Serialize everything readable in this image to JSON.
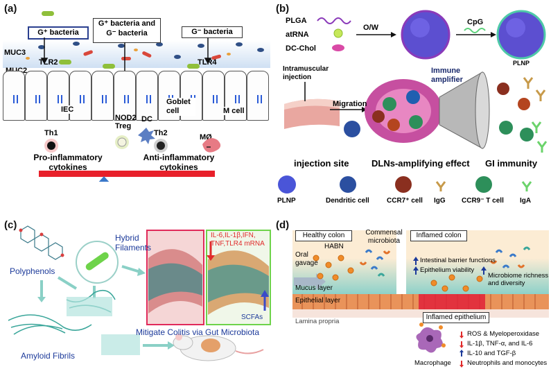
{
  "panel_a": {
    "label": "(a)",
    "gpos": "G⁺ bacteria",
    "gboth": "G⁺ bacteria and G⁻ bacteria",
    "gneg": "G⁻ bacteria",
    "muc3": "MUC3",
    "muc2": "MUC2",
    "tlr2": "TLR2",
    "tlr4": "TLR4",
    "iec": "IEC",
    "goblet": "Goblet cell",
    "mcell": "M cell",
    "nod2": "NOD2",
    "treg": "Treg",
    "dc": "DC",
    "th1": "Th1",
    "th2": "Th2",
    "mo": "MØ",
    "pro": "Pro-inflammatory cytokines",
    "anti": "Anti-inflammatory cytokines",
    "colors": {
      "bar": "#e8202a",
      "fulcrum": "#3a78c9",
      "box_border": "#2a3f8f"
    }
  },
  "panel_b": {
    "label": "(b)",
    "plga": "PLGA",
    "atrna": "atRNA",
    "dcchol": "DC-Chol",
    "ow": "O/W",
    "cpg": "CpG",
    "plnp": "PLNP",
    "injection": "Intramuscular injection",
    "migration": "Migration",
    "amplifier": "Immune amplifier",
    "site": "injection site",
    "dlns": "DLNs-amplifying effect",
    "gi": "GI immunity",
    "legend": [
      {
        "name": "PLNP"
      },
      {
        "name": "Dendritic cell"
      },
      {
        "name": "CCR7⁺ cell"
      },
      {
        "name": "IgG"
      },
      {
        "name": "CCR9⁻ T cell"
      },
      {
        "name": "IgA"
      }
    ]
  },
  "panel_c": {
    "label": "(c)",
    "polyphenols": "Polyphenols",
    "hybrid": "Hybrid Filaments",
    "amyloid": "Amyloid Fibrils",
    "markers": "IL-6,IL-1β,IFN, TNF,TLR4 mRNA",
    "scfas": "SCFAs",
    "mitigate": "Mitigate Colitis via Gut Microbiota"
  },
  "panel_d": {
    "label": "(d)",
    "healthy": "Healthy colon",
    "commensal": "Commensal microbiota",
    "inflamed": "Inflamed colon",
    "oral": "Oral gavage",
    "habn": "HABN",
    "barrier": "Intestinal barrier functions",
    "viability": "Epithelium viability",
    "microbiome": "Microbiome richness and diversity",
    "mucus": "Mucus layer",
    "epithelial": "Epithelial layer",
    "lamina": "Lamina propria",
    "inflamed_epi": "Inflamed epithelium",
    "macrophage": "Macrophage",
    "effects": [
      "ROS & Myeloperoxidase",
      "IL-1β, TNF-α, and IL-6",
      "IL-10 and TGF-β",
      "Neutrophils and monocytes"
    ]
  }
}
